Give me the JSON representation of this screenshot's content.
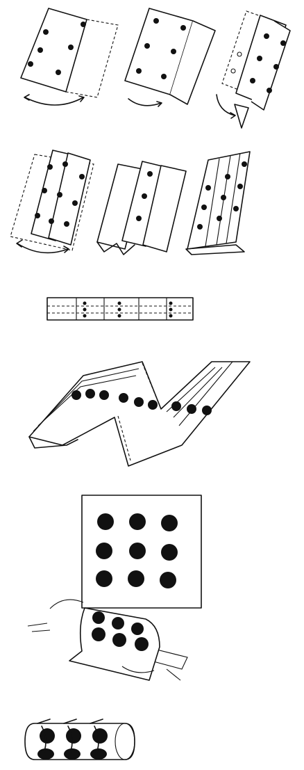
{
  "figure": {
    "background": "#ffffff",
    "ink": "#111111",
    "steps": [
      {
        "id": "fold-1",
        "arrow": true
      },
      {
        "id": "fold-2",
        "arrow": true
      },
      {
        "id": "fold-3",
        "arrow": true
      },
      {
        "id": "fold-4",
        "arrow": true
      },
      {
        "id": "fold-5",
        "arrow": false
      },
      {
        "id": "fold-6",
        "arrow": false
      },
      {
        "id": "folded-strip",
        "arrow": false
      },
      {
        "id": "zigzag-strip",
        "arrow": false
      },
      {
        "id": "dotted-sheet",
        "dots": 9
      },
      {
        "id": "rolled-sheet",
        "arrow": false
      },
      {
        "id": "dotted-cylinder",
        "arrow": false
      }
    ]
  }
}
